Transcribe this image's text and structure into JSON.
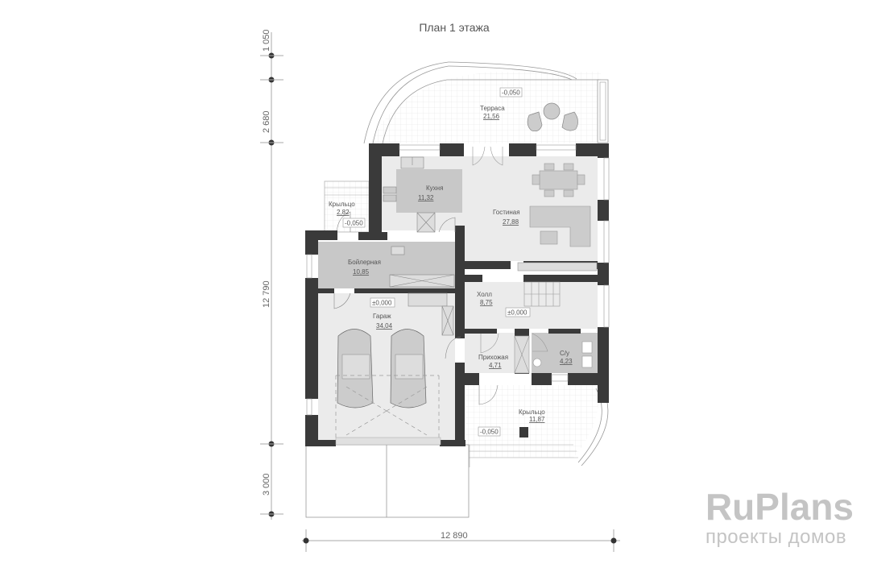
{
  "title": "План 1 этажа",
  "dimensions": {
    "vertical": [
      "1 050",
      "2 680",
      "12 790",
      "3 000"
    ],
    "horizontal": "12 890"
  },
  "rooms": {
    "terrace": {
      "name": "Терраса",
      "area": "21,56",
      "level": "-0,050"
    },
    "kitchen": {
      "name": "Кухня",
      "area": "11,32"
    },
    "living": {
      "name": "Гостиная",
      "area": "27,88"
    },
    "porch_small": {
      "name": "Крыльцо",
      "area": "2,82",
      "level": "-0,050"
    },
    "boiler": {
      "name": "Бойлерная",
      "area": "10,85"
    },
    "garage": {
      "name": "Гараж",
      "area": "34,04",
      "level": "±0,000"
    },
    "hall": {
      "name": "Холл",
      "area": "8,75",
      "level": "±0,000"
    },
    "entry": {
      "name": "Прихожая",
      "area": "4,71"
    },
    "wc": {
      "name": "С/у",
      "area": "4,23"
    },
    "porch_main": {
      "name": "Крыльцо",
      "area": "11,87",
      "level": "-0,050"
    }
  },
  "brand": {
    "name": "RuPlans",
    "tagline": "проекты домов"
  },
  "colors": {
    "wall": "#3a3a3a",
    "room_fill": "#ebebeb",
    "utility_fill": "#c8c8c8",
    "brand": "#c4c4c4"
  }
}
